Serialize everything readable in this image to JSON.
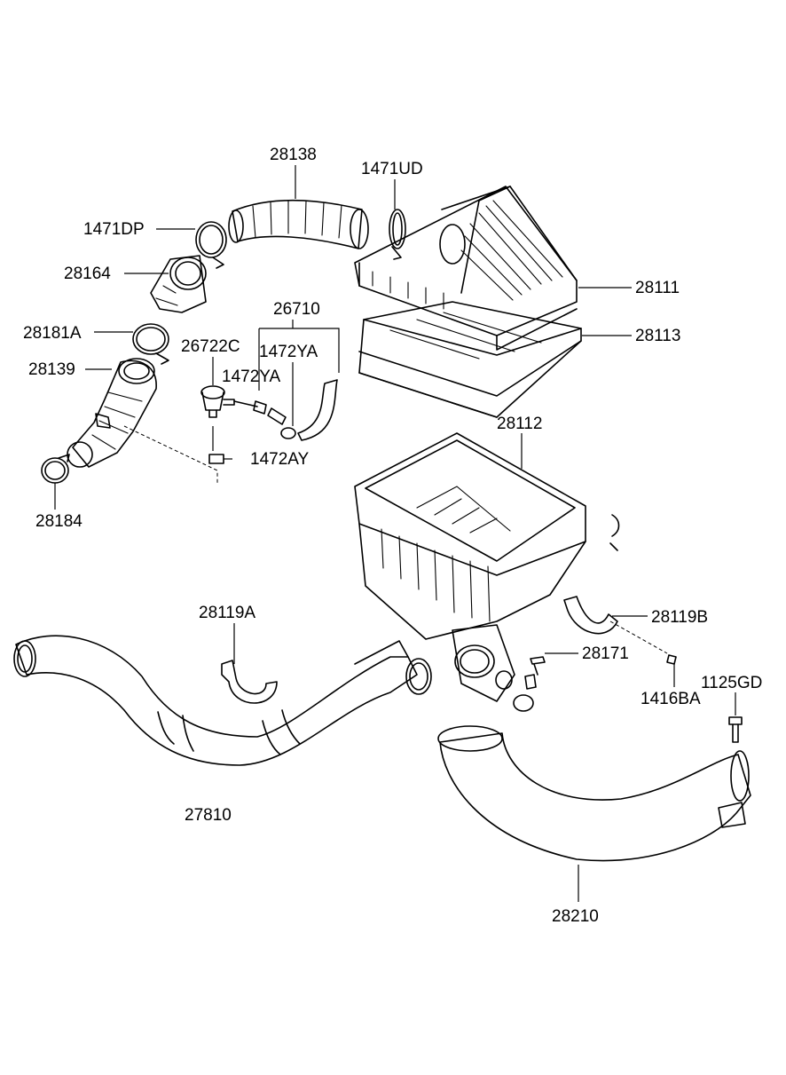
{
  "diagram": {
    "labels": {
      "l28138": "28138",
      "l1471UD": "1471UD",
      "l1471DP": "1471DP",
      "l28164": "28164",
      "l26710": "26710",
      "l28181A": "28181A",
      "l26722C": "26722C",
      "l1472YA_a": "1472YA",
      "l1472YA_b": "1472YA",
      "l28139": "28139",
      "l1472AY": "1472AY",
      "l28184": "28184",
      "l28111": "28111",
      "l28113": "28113",
      "l28112": "28112",
      "l28119A": "28119A",
      "l28119B": "28119B",
      "l28171": "28171",
      "l1416BA": "1416BA",
      "l1125GD": "1125GD",
      "l27810": "27810",
      "l28210": "28210"
    }
  }
}
